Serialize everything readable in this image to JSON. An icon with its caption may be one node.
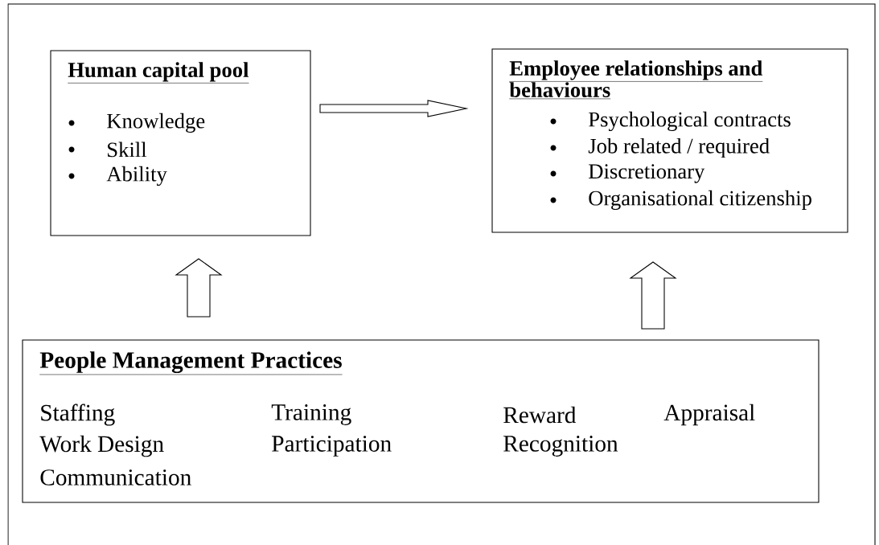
{
  "diagram": {
    "nodes": [
      {
        "text": [
          "Human capital pool",
          "Knowledge",
          "Skill",
          "Ability"
        ]
      },
      {
        "text": [
          "Employee relationships and behaviours",
          "Psychological contracts",
          "Job related / required",
          "Discretionary",
          "Organisational citizenship"
        ]
      },
      {
        "text": [
          "People Management Practices",
          "Staffing",
          "Training",
          "Reward",
          "Appraisal",
          "Work Design",
          "Participation",
          "Recognition",
          "Communication"
        ]
      }
    ],
    "edges": [
      {
        "from": 0,
        "to": 1,
        "arrow": "to"
      },
      {
        "from": 2,
        "to": 0,
        "arrow": "to"
      },
      {
        "from": 2,
        "to": 1,
        "arrow": "to"
      }
    ]
  }
}
